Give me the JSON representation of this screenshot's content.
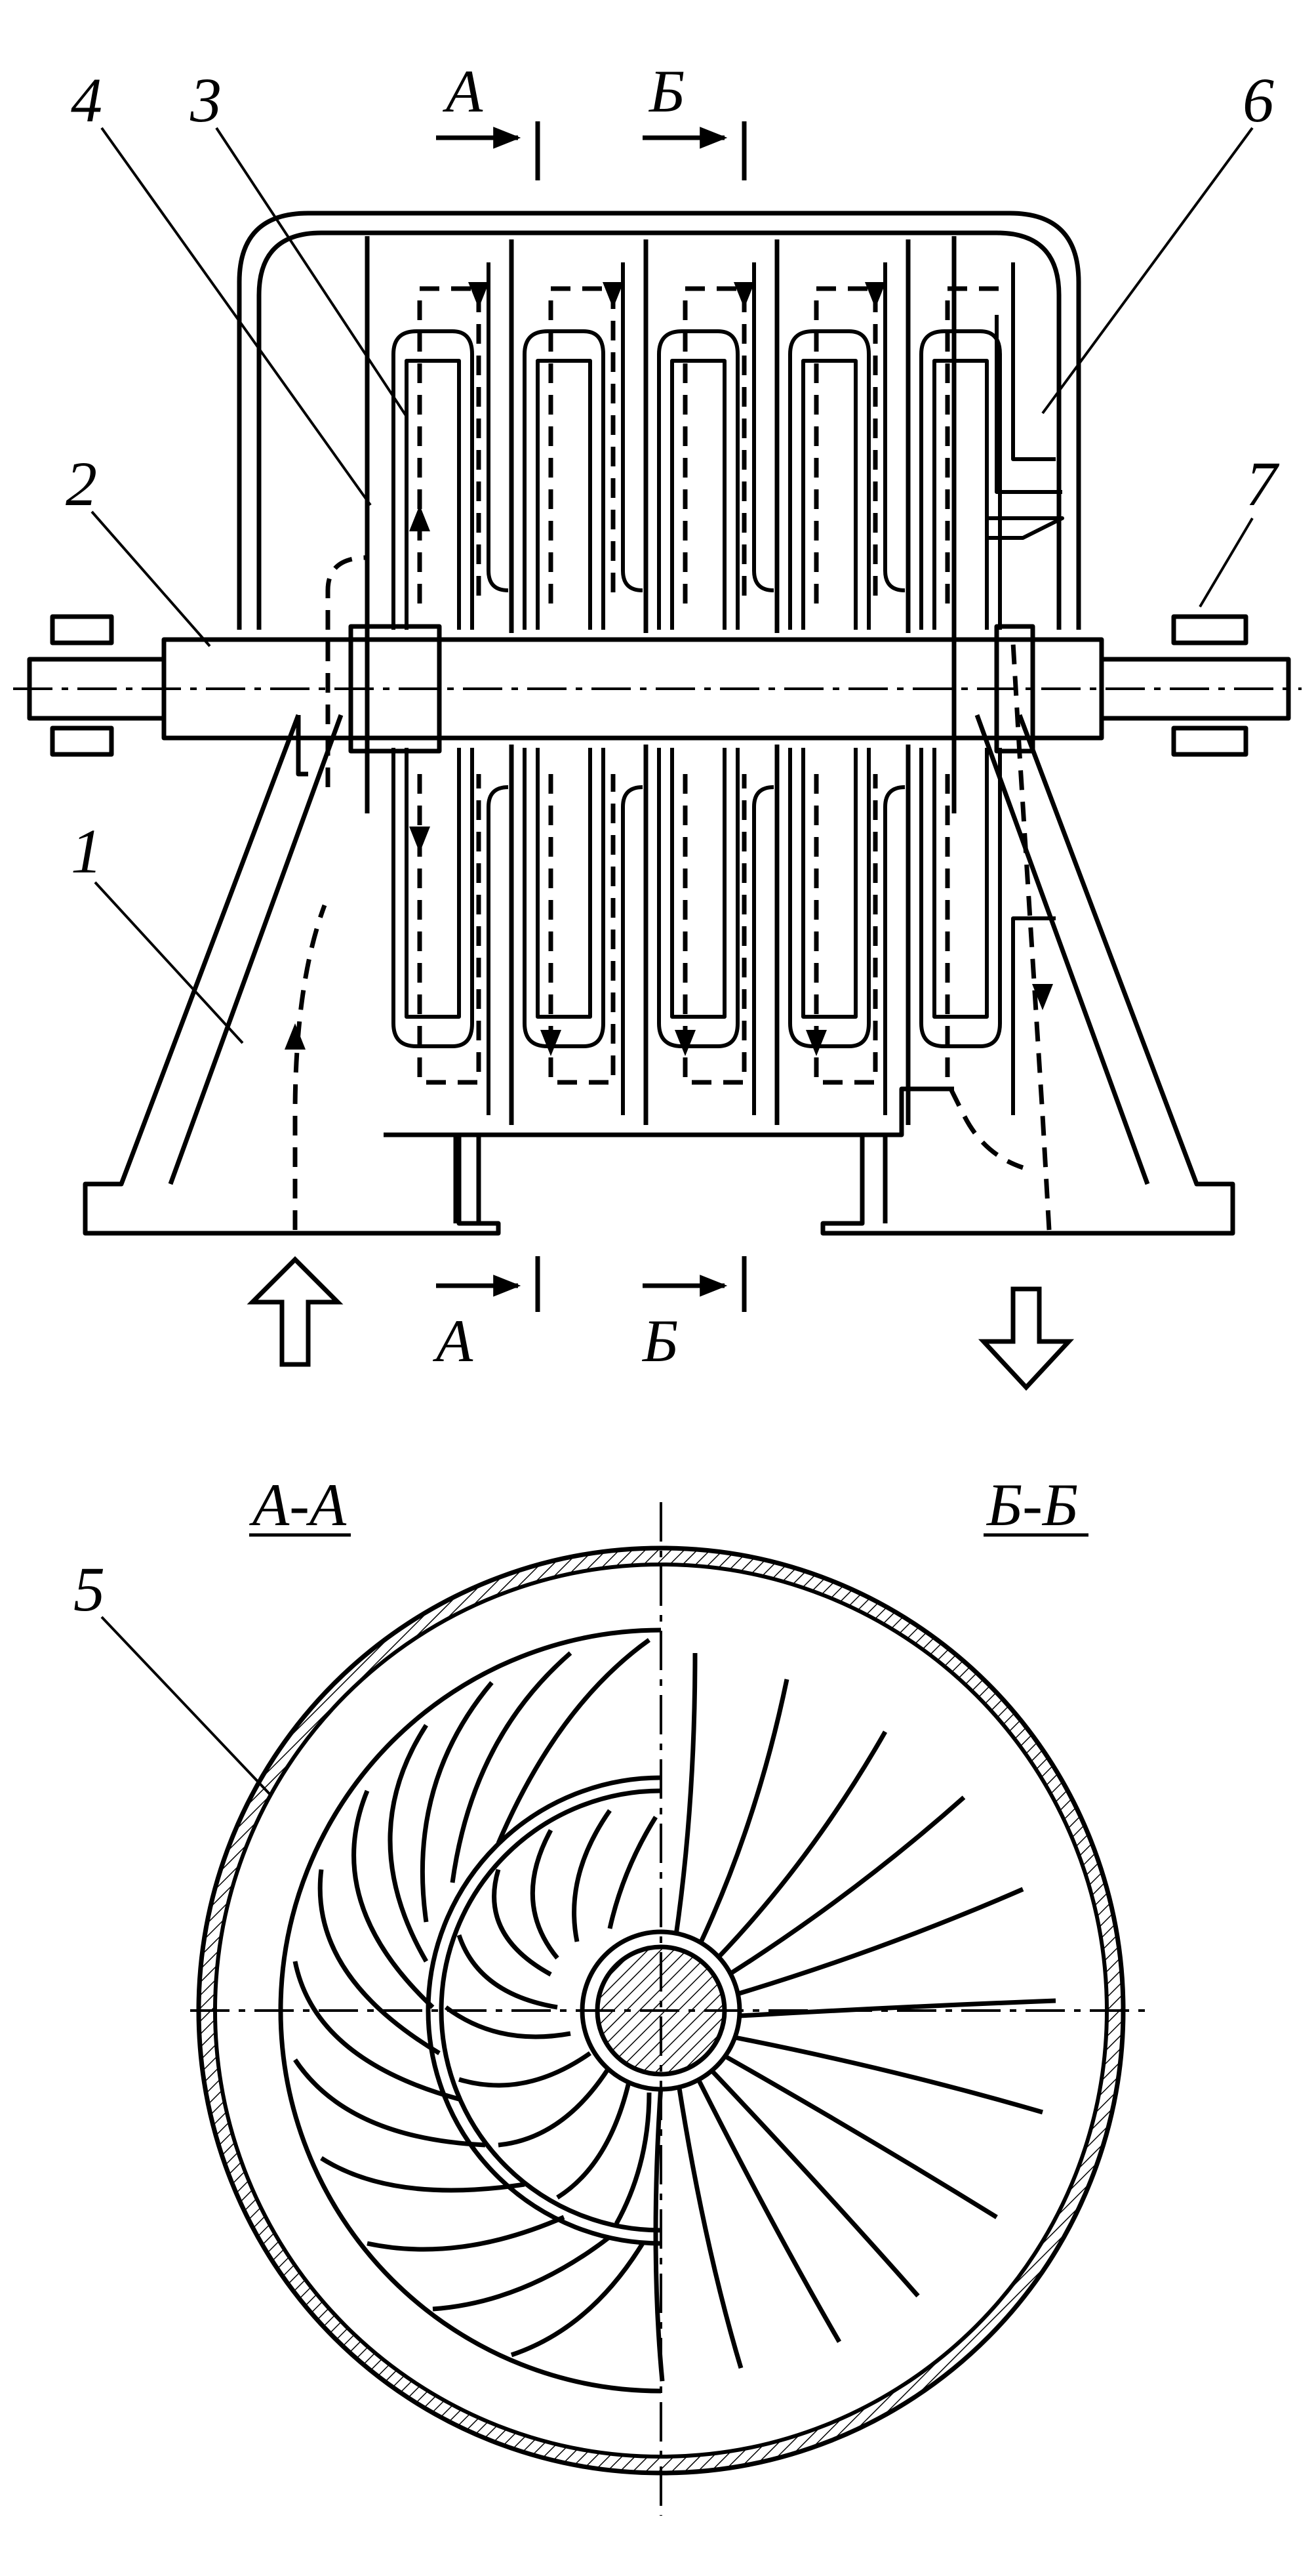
{
  "diagram": {
    "labels": {
      "n1": "1",
      "n2": "2",
      "n3": "3",
      "n4": "4",
      "n5": "5",
      "n6": "6",
      "n7": "7"
    },
    "cut_marks": {
      "a_top": "А",
      "b_top": "Б",
      "a_bottom": "А",
      "b_bottom": "Б"
    },
    "section_titles": {
      "aa": "А-А",
      "bb": "Б-Б"
    }
  }
}
